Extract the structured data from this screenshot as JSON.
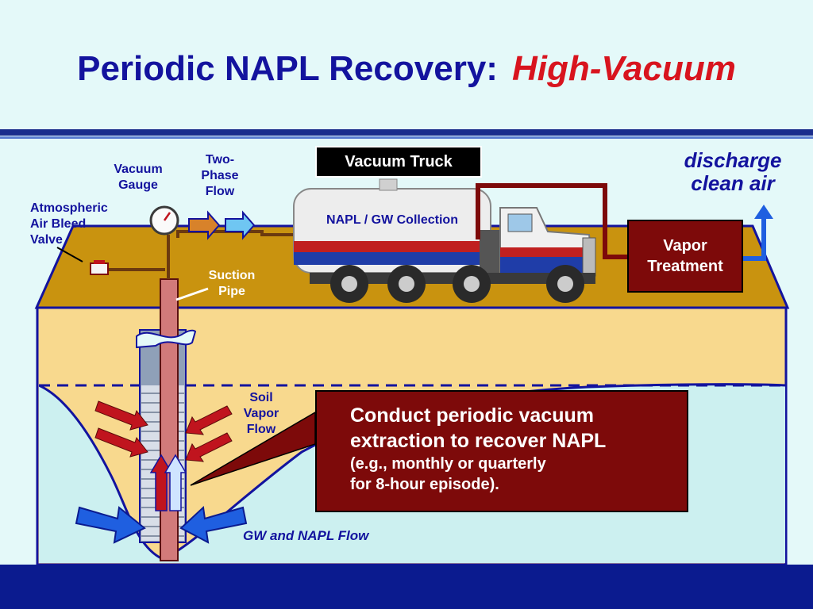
{
  "title": {
    "main": "Periodic NAPL Recovery:",
    "accent": "High-Vacuum"
  },
  "labels": {
    "vacuum_gauge": "Vacuum\nGauge",
    "two_phase_flow": "Two-\nPhase\nFlow",
    "atmospheric_valve": "Atmospheric\nAir Bleed\nValve",
    "suction_pipe": "Suction\nPipe",
    "vacuum_truck": "Vacuum Truck",
    "collection": "NAPL / GW Collection",
    "discharge": "discharge\nclean air",
    "vapor_treatment": "Vapor\nTreatment",
    "soil_vapor_flow": "Soil\nVapor\nFlow",
    "gw_napl_flow": "GW and NAPL Flow"
  },
  "callout": {
    "line1": "Conduct periodic vacuum",
    "line2": "extraction to recover NAPL",
    "line3": "(e.g., monthly or quarterly",
    "line4": "for 8-hour episode)."
  },
  "colors": {
    "title": "#13139e",
    "accent": "#d8141e",
    "ground_surface": "#c9930f",
    "soil": "#f8d98e",
    "groundwater": "#ccf0f0",
    "dark_red": "#7d0a0a",
    "arrow_blue": "#1f5fe0",
    "footer": "#0b1b8f"
  }
}
